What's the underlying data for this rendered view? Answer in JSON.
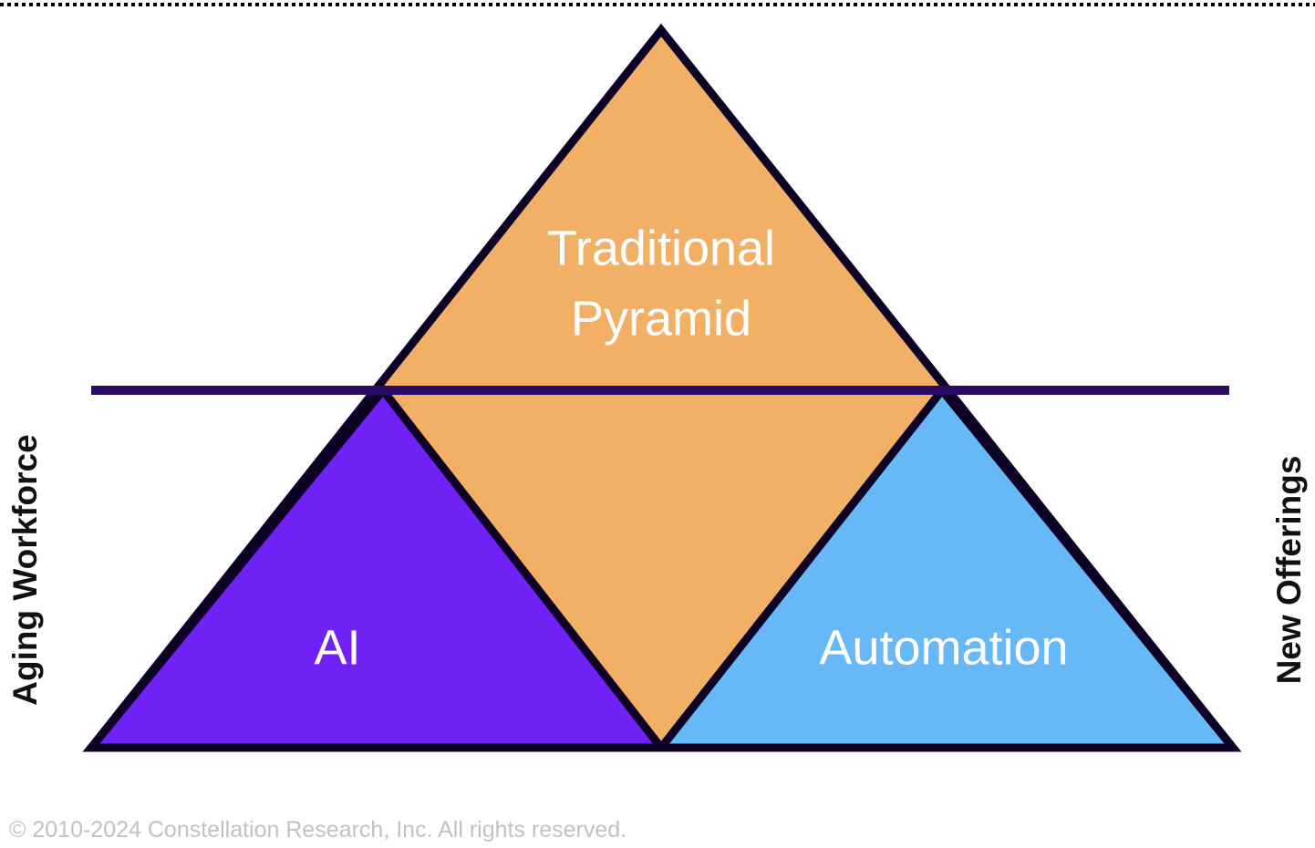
{
  "diagram": {
    "type": "pyramid-segmented",
    "title_internal": "Traditional Pyramid with AI and Automation",
    "segments": [
      {
        "id": "traditional-pyramid",
        "label": "Traditional Pyramid",
        "label_line1": "Traditional",
        "label_line2": "Pyramid",
        "color": "#F2B066",
        "text_color": "#FFFFFF"
      },
      {
        "id": "ai",
        "label": "AI",
        "color": "#7021F5",
        "text_color": "#FFFFFF"
      },
      {
        "id": "automation",
        "label": "Automation",
        "color": "#66B8F7",
        "text_color": "#FFFFFF"
      }
    ],
    "outline_color": "#0D0125",
    "divider_line_color": "#2B0A63",
    "background_color": "#FFFFFF"
  },
  "axes": {
    "left_label": "Aging Workforce",
    "right_label": "New Offerings",
    "label_color": "#111111"
  },
  "decorations": {
    "top_rule_style": "dotted",
    "top_rule_color": "#000000"
  },
  "footer": {
    "copyright": "© 2010-2024 Constellation Research, Inc. All rights reserved.",
    "color": "#C2C2C2"
  }
}
